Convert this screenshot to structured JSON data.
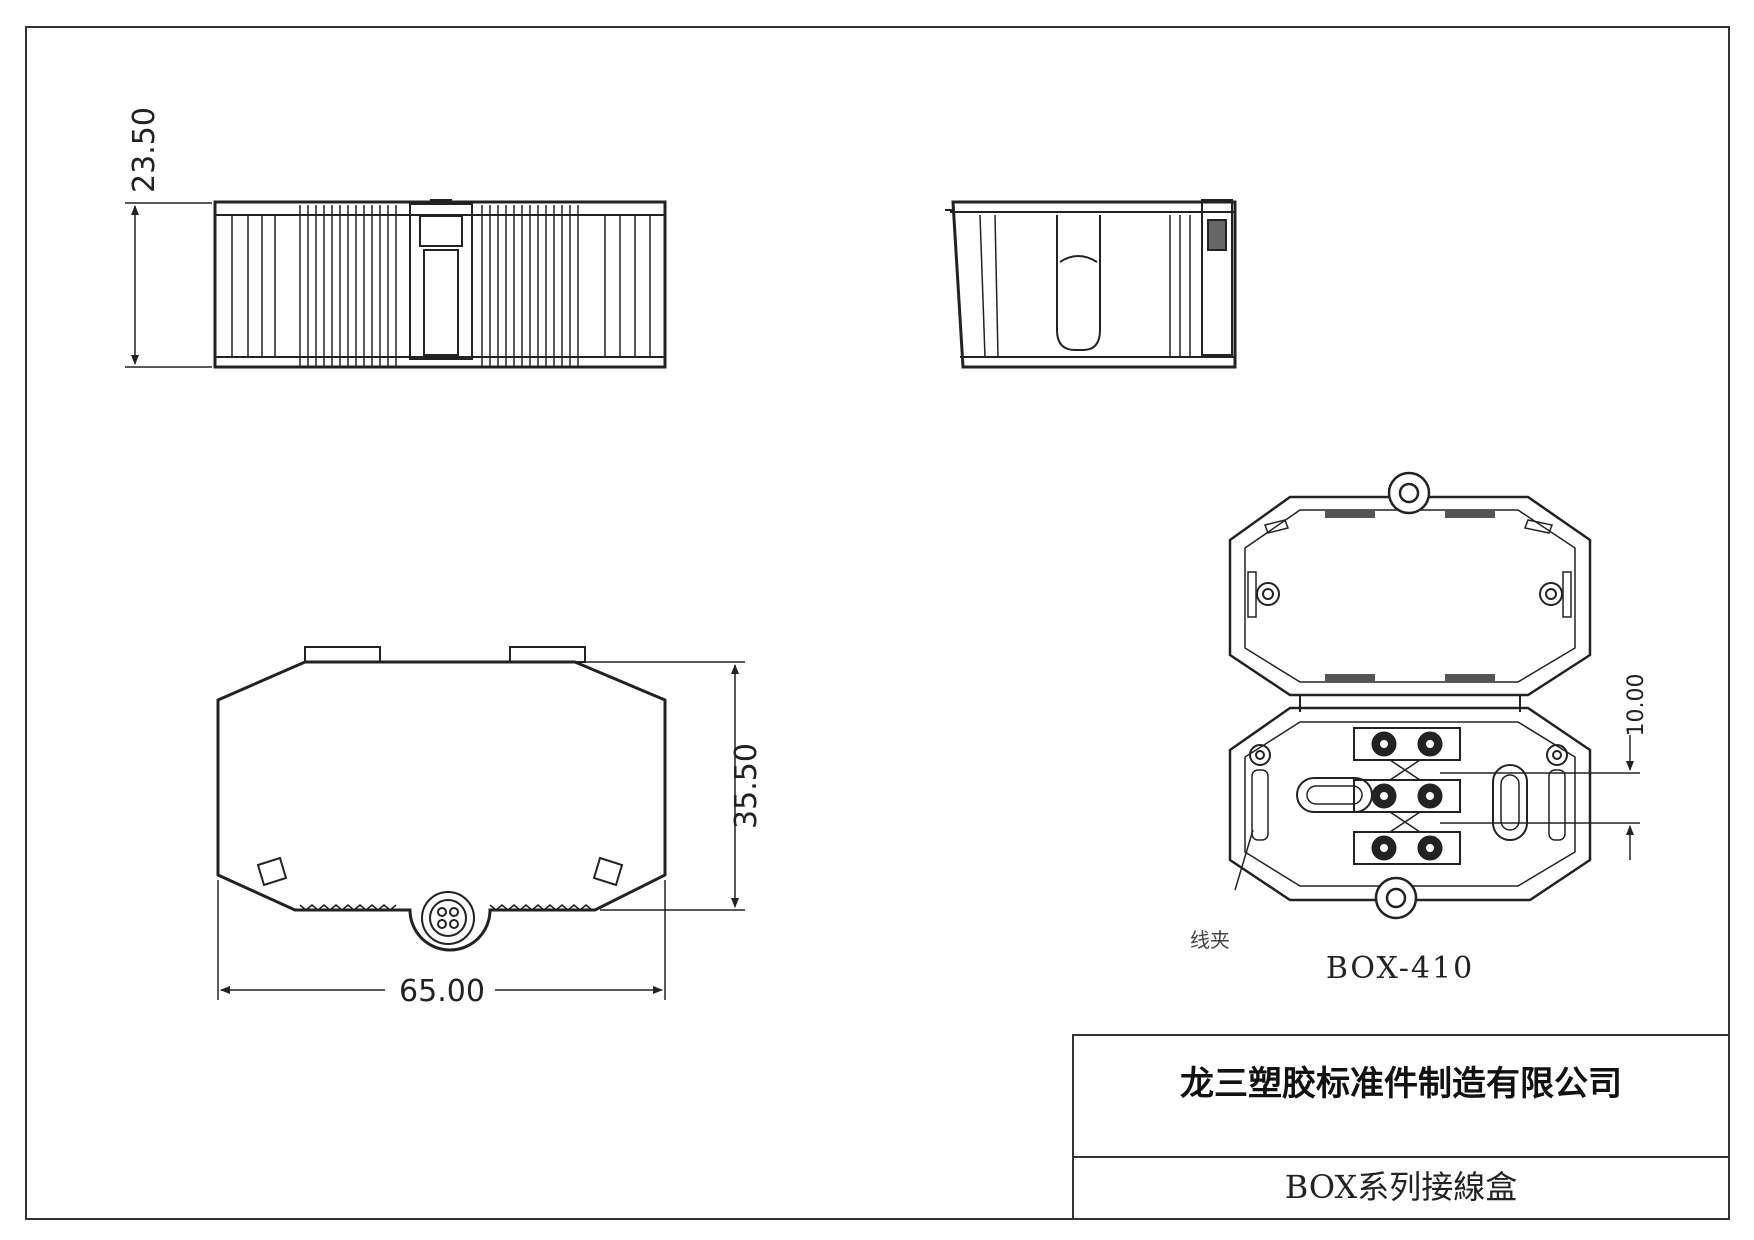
{
  "dimensions": {
    "height": "23.50",
    "depth": "35.50",
    "width": "65.00",
    "terminal_pitch": "10.00"
  },
  "plan_view": {
    "callout": "线夹",
    "model": "BOX-410"
  },
  "title_block": {
    "company": "龙三塑胶标准件制造有限公司",
    "series": "BOX系列接線盒"
  }
}
